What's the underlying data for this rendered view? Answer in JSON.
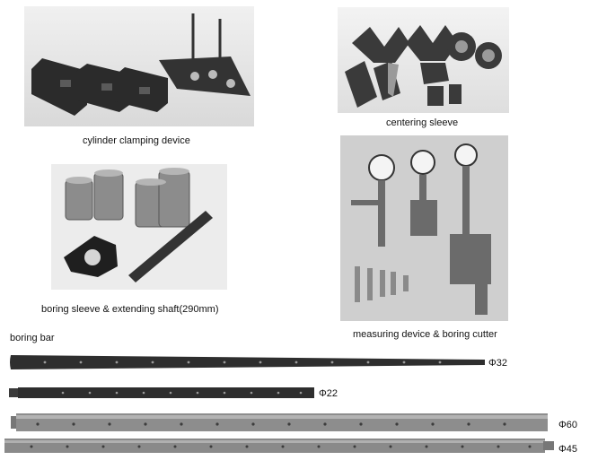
{
  "captions": {
    "clamping": "cylinder clamping device",
    "centering": "centering sleeve",
    "boring_sleeve": "boring sleeve & extending shaft(290mm)",
    "measuring": "measuring device & boring cutter",
    "boring_bar": "boring bar"
  },
  "bars": [
    {
      "label": "Φ32"
    },
    {
      "label": "Φ22"
    },
    {
      "label": "Φ60"
    },
    {
      "label": "Φ45"
    }
  ]
}
